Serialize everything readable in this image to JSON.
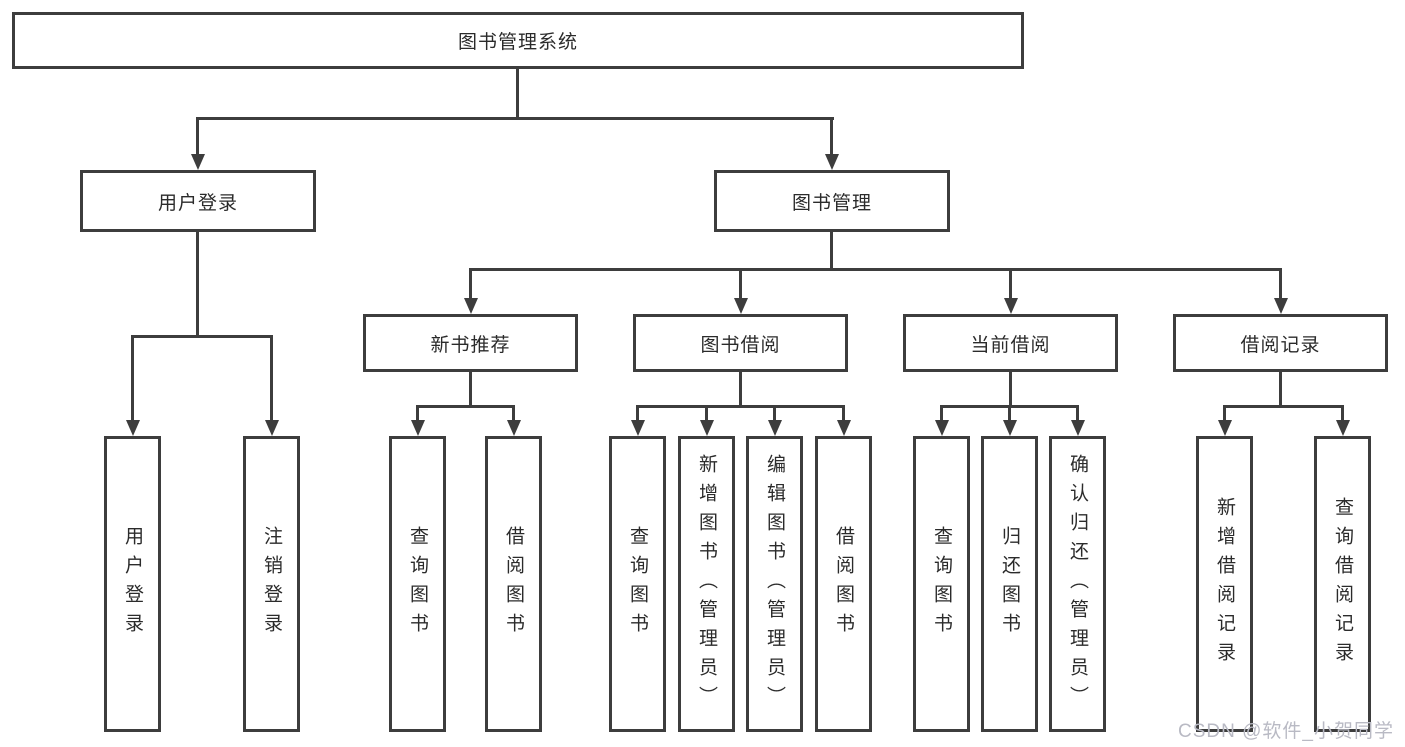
{
  "tree": {
    "root": "图书管理系统",
    "branches": [
      {
        "label": "用户登录",
        "children": [
          "用户登录",
          "注销登录"
        ]
      },
      {
        "label": "图书管理",
        "children": [
          {
            "label": "新书推荐",
            "children": [
              "查询图书",
              "借阅图书"
            ]
          },
          {
            "label": "图书借阅",
            "children": [
              "查询图书",
              "新增图书（管理员）",
              "编辑图书（管理员）",
              "借阅图书"
            ]
          },
          {
            "label": "当前借阅",
            "children": [
              "查询图书",
              "归还图书",
              "确认归还（管理员）"
            ]
          },
          {
            "label": "借阅记录",
            "children": [
              "新增借阅记录",
              "查询借阅记录"
            ]
          }
        ]
      }
    ]
  },
  "watermark": "CSDN @软件_小贺同学",
  "colors": {
    "line": "#3d3d3d",
    "text": "#2b2b2b",
    "watermark": "#b9bac4",
    "background": "#ffffff"
  }
}
